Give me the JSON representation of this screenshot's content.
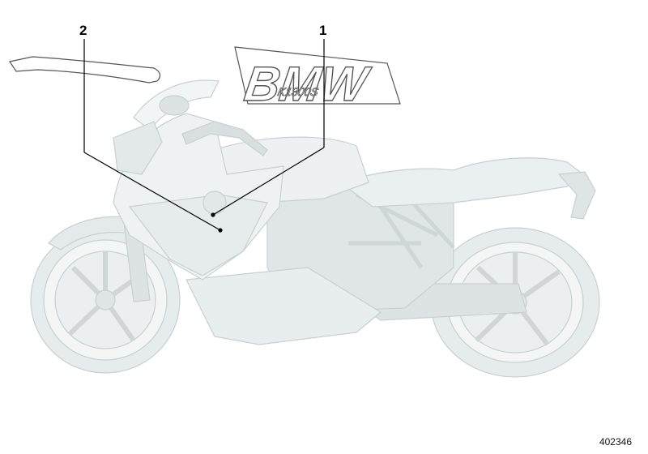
{
  "diagram": {
    "callouts": [
      {
        "number": "1",
        "part": "bmw-k1300s-tank-decal"
      },
      {
        "number": "2",
        "part": "fairing-stripe-decal"
      }
    ],
    "decal_logo_text": "BMW",
    "decal_model_text": "K1300S",
    "reference_number": "402346",
    "colors": {
      "bike_fill": "#e9eeee",
      "bike_stroke": "#c8d0d0",
      "bike_dark": "#d6dcdc",
      "decal_stroke": "#555555",
      "leader_line": "#000000"
    }
  }
}
